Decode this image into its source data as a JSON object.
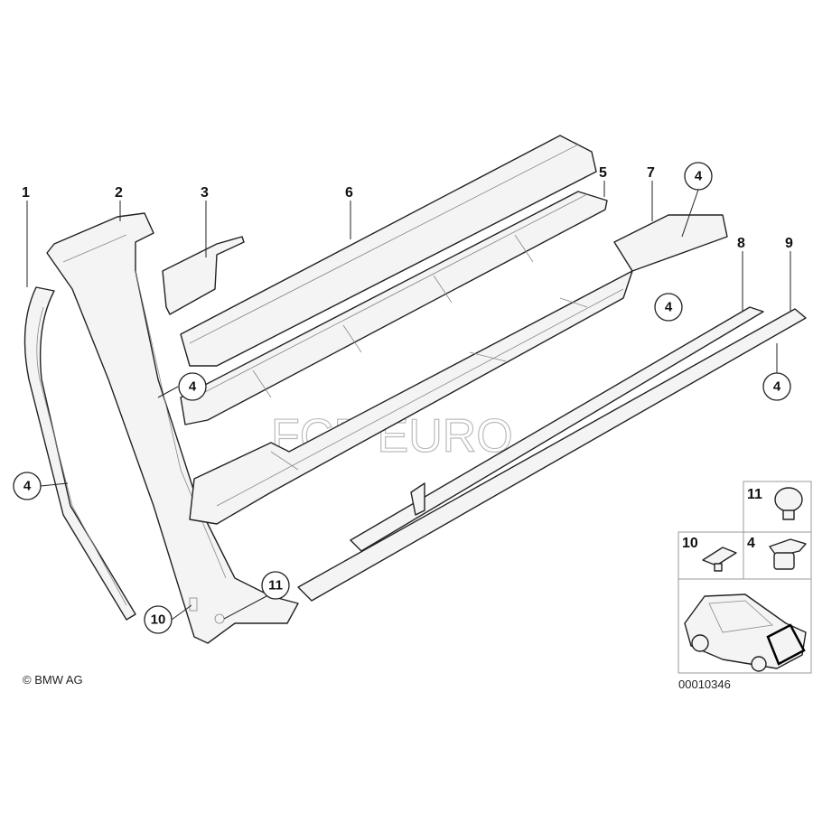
{
  "diagram": {
    "callouts": {
      "c1": "1",
      "c2": "2",
      "c3": "3",
      "c6": "6",
      "c5": "5",
      "c7": "7",
      "c4a": "4",
      "c8": "8",
      "c9": "9",
      "c4b": "4",
      "c4c": "4",
      "c4d": "4",
      "c4e": "4",
      "c10": "10",
      "c11": "11"
    },
    "inset": {
      "l11": "11",
      "l10": "10",
      "l4": "4"
    },
    "copyright": "© BMW AG",
    "diagram_number": "00010346",
    "watermark": "FCP EURO"
  }
}
